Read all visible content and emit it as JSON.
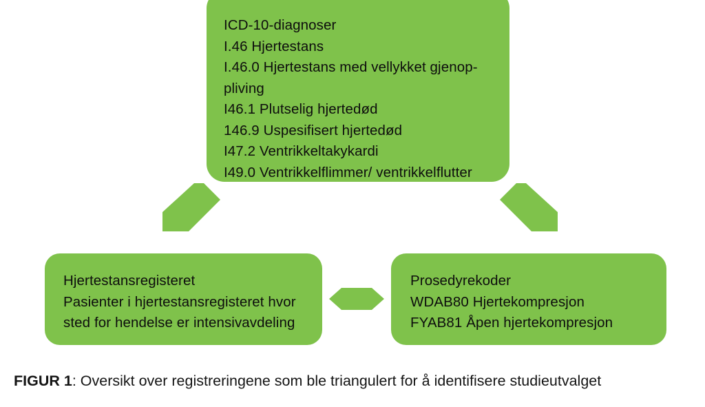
{
  "figure": {
    "accent_color": "#7FC24B",
    "text_color": "#0d0d0d",
    "background_color": "#ffffff",
    "caption_label": "FIGUR 1",
    "caption_text": ": Oversikt over registreringene som ble triangulert for å identifisere studieutvalget"
  },
  "nodes": {
    "icd": {
      "title": "ICD-10-diagnoser",
      "text": "ICD-10-diagnoser\nI.46 Hjertestans\nI.46.0 Hjertestans med vellykket gjenop-\npliving\nI46.1 Plutselig hjertedød\n146.9 Uspesifisert hjertedød\nI47.2 Ventrikkeltakykardi\nI49.0 Ventrikkelflimmer/ ventrikkelflutter",
      "lines": [
        "ICD-10-diagnoser",
        "I.46 Hjertestans",
        "I.46.0 Hjertestans med vellykket gjenop-",
        "pliving",
        "I46.1 Plutselig hjertedød",
        "146.9 Uspesifisert hjertedød",
        "I47.2 Ventrikkeltakykardi",
        "I49.0 Ventrikkelflimmer/ ventrikkelflutter"
      ]
    },
    "registry": {
      "title": "Hjertestansregisteret",
      "text": "Hjertestansregisteret\nPasienter i hjertestansregisteret hvor\nsted for hendelse er intensivavdeling",
      "lines": [
        "Hjertestansregisteret",
        "Pasienter i hjertestansregisteret hvor",
        "sted for hendelse er intensivavdeling"
      ]
    },
    "procedures": {
      "title": "Prosedyrekoder",
      "text": "Prosedyrekoder\nWDAB80 Hjertekompresjon\nFYAB81 Åpen hjertekompresjon",
      "lines": [
        "Prosedyrekoder",
        "WDAB80 Hjertekompresjon",
        "FYAB81 Åpen hjertekompresjon"
      ]
    }
  },
  "connectors": {
    "icd_to_registry": "arrow-down-left",
    "icd_to_procedures": "arrow-down-right",
    "registry_to_procedures": "arrow-left-right"
  }
}
